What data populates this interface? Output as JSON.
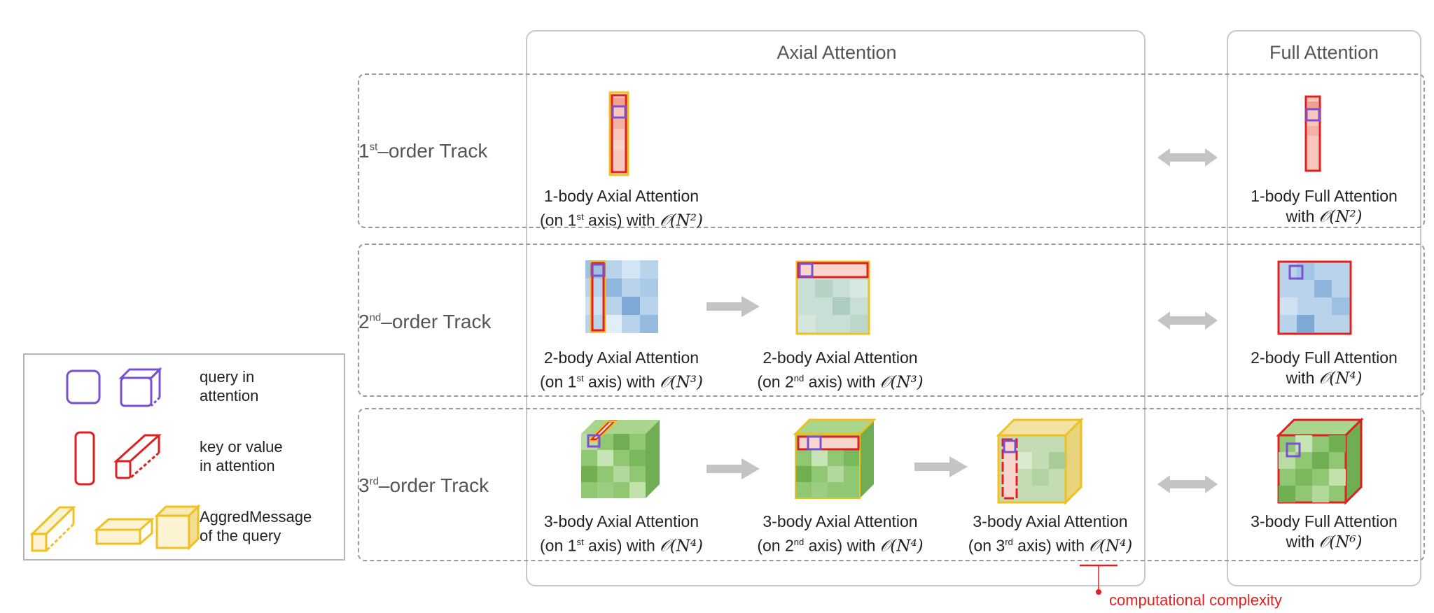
{
  "headers": {
    "axial": "Axial Attention",
    "full": "Full Attention"
  },
  "tracks": [
    {
      "label_main": "1",
      "label_sup": "st",
      "label_rest": "–order  Track"
    },
    {
      "label_main": "2",
      "label_sup": "nd",
      "label_rest": "–order  Track"
    },
    {
      "label_main": "3",
      "label_sup": "rd",
      "label_rest": "–order  Track"
    }
  ],
  "captions": {
    "t1a1": {
      "l1": "1-body Axial Attention",
      "l2a": "(on 1",
      "l2s": "st",
      "l2b": " axis) with ",
      "cx": "𝒪(N²)"
    },
    "t1f": {
      "l1": "1-body Full Attention",
      "l2b": "with ",
      "cx": "𝒪(N²)"
    },
    "t2a1": {
      "l1": "2-body Axial Attention",
      "l2a": "(on 1",
      "l2s": "st",
      "l2b": " axis) with ",
      "cx": "𝒪(N³)"
    },
    "t2a2": {
      "l1": "2-body Axial Attention",
      "l2a": "(on 2",
      "l2s": "nd",
      "l2b": " axis) with ",
      "cx": "𝒪(N³)"
    },
    "t2f": {
      "l1": "2-body Full Attention",
      "l2b": "with ",
      "cx": "𝒪(N⁴)"
    },
    "t3a1": {
      "l1": "3-body Axial Attention",
      "l2a": "(on 1",
      "l2s": "st",
      "l2b": " axis) with ",
      "cx": "𝒪(N⁴)"
    },
    "t3a2": {
      "l1": "3-body Axial Attention",
      "l2a": "(on 2",
      "l2s": "nd",
      "l2b": " axis) with ",
      "cx": "𝒪(N⁴)"
    },
    "t3a3": {
      "l1": "3-body Axial Attention",
      "l2a": "(on 3",
      "l2s": "rd",
      "l2b": " axis) with ",
      "cx": "𝒪(N⁴)"
    },
    "t3f": {
      "l1": "3-body Full Attention",
      "l2b": "with ",
      "cx": "𝒪(N⁶)"
    }
  },
  "legend": {
    "query": [
      "query in",
      "attention"
    ],
    "key": [
      "key or value",
      "in attention"
    ],
    "agg": [
      "AggredMessage",
      "of the query"
    ]
  },
  "annotation": "computational complexity",
  "colors": {
    "query": "#7a4fd0",
    "key": "#e02020",
    "agg": "#f0c020",
    "arrow": "#c4c4c4",
    "annotation": "#e02020"
  }
}
